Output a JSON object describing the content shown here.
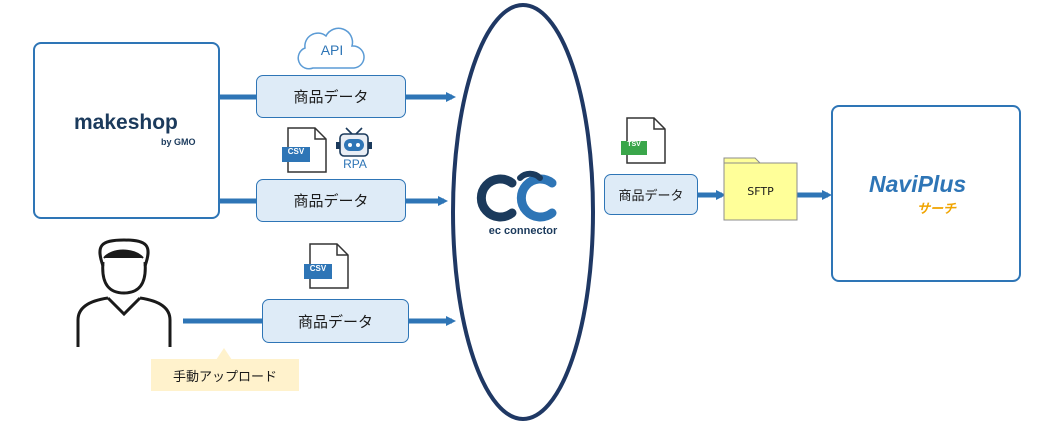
{
  "flows": {
    "api_label": "API",
    "data_label_1": "商品データ",
    "data_label_2": "商品データ",
    "data_label_3": "商品データ",
    "data_label_out": "商品データ",
    "csv_badge_1": "CSV",
    "csv_badge_2": "CSV",
    "rpa_label": "RPA",
    "tsv_badge": "TSV",
    "sftp_label": "SFTP",
    "manual_upload_label": "手動アップロード"
  },
  "logos": {
    "makeshop_name": "makeshop",
    "makeshop_sub": "by GMO",
    "ec_connector_label": "ec connector",
    "naviplus_name": "NaviPlus",
    "naviplus_sub": "サーチ"
  },
  "colors": {
    "arrow_blue": "#2e75b6",
    "box_fill": "#deebf7",
    "oval_border": "#1f3864",
    "navy": "#1b3a5c",
    "folder_yellow": "#ffff99",
    "note_yellow": "#fff2cc",
    "tsv_green": "#3aa64a",
    "naviplus_orange": "#f0a400"
  }
}
